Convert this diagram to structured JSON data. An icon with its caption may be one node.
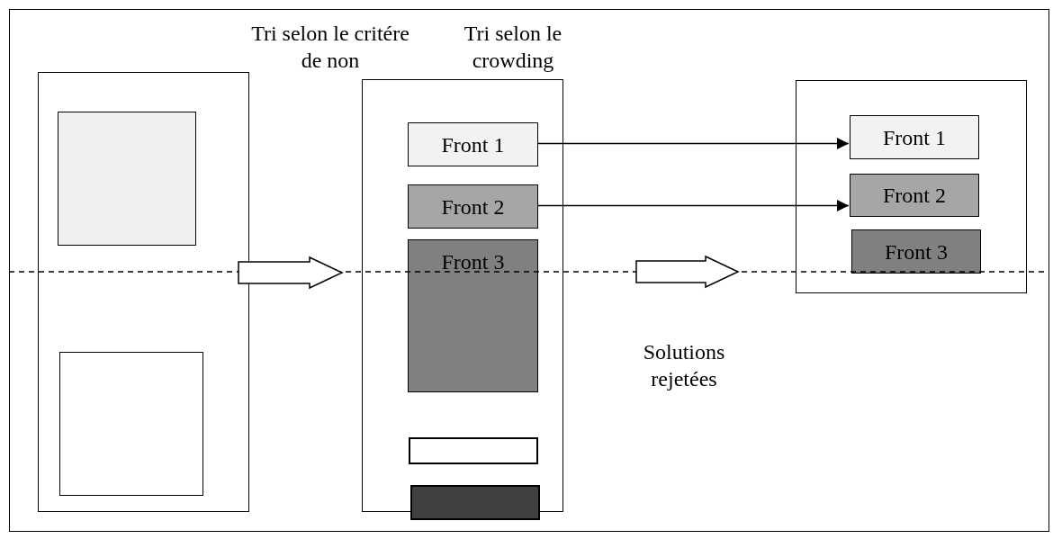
{
  "diagram": {
    "nodes": [
      {
        "text": [],
        "shape": "box"
      },
      {
        "text": [],
        "shape": "box",
        "in": 0
      },
      {
        "text": [],
        "shape": "box",
        "in": 0
      },
      {
        "text": [],
        "shape": "box"
      },
      {
        "text": [
          "Front 1"
        ],
        "in": 3
      },
      {
        "text": [
          "Front 2"
        ],
        "in": 3
      },
      {
        "text": [
          "Front 3"
        ],
        "in": 3
      },
      {
        "text": [],
        "shape": "bar",
        "in": 3
      },
      {
        "text": [],
        "shape": "bar",
        "in": 3
      },
      {
        "text": [],
        "shape": "box"
      },
      {
        "text": [
          "Front 1"
        ],
        "in": 9
      },
      {
        "text": [
          "Front 2"
        ],
        "in": 9
      },
      {
        "text": [
          "Front 3"
        ],
        "in": 9
      }
    ],
    "edges": [
      {
        "from": 0,
        "to": 3,
        "arrow": "to",
        "style": "thick"
      },
      {
        "from": 3,
        "to": 9,
        "arrow": "to",
        "style": "thick"
      },
      {
        "from": 4,
        "to": 10,
        "arrow": "to"
      },
      {
        "from": 5,
        "to": 11,
        "arrow": "to"
      }
    ],
    "labels": [
      "Tri selon le critére de non",
      "Tri selon le crowding",
      "Solutions rejetées"
    ]
  }
}
